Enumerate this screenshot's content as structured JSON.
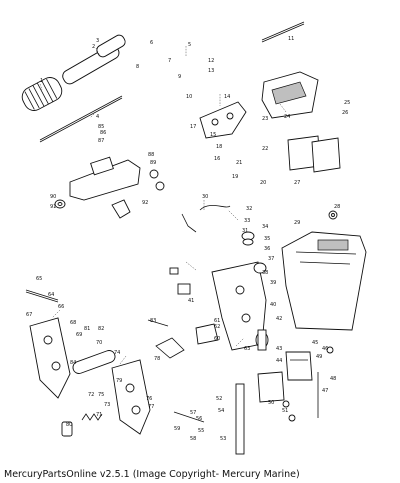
{
  "caption": "MercuryPartsOnline v2.5.1 (Image Copyright- Mercury Marine)",
  "callouts": [
    "1",
    "2",
    "3",
    "4",
    "5",
    "6",
    "7",
    "8",
    "9",
    "10",
    "11",
    "12",
    "13",
    "14",
    "15",
    "16",
    "17",
    "18",
    "19",
    "20",
    "21",
    "22",
    "23",
    "24",
    "25",
    "26",
    "27",
    "28",
    "29",
    "30",
    "31",
    "32",
    "33",
    "34",
    "35",
    "36",
    "37",
    "38",
    "39",
    "40",
    "41",
    "42",
    "43",
    "44",
    "45",
    "46",
    "47",
    "48",
    "49",
    "50",
    "51",
    "52",
    "53",
    "54",
    "55",
    "56",
    "57",
    "58",
    "59",
    "60",
    "61",
    "62",
    "63",
    "64",
    "65",
    "66",
    "67",
    "68",
    "69",
    "70",
    "71",
    "72",
    "73",
    "74",
    "75",
    "76",
    "77",
    "78",
    "79",
    "80",
    "81",
    "82",
    "83",
    "84",
    "85",
    "86",
    "87",
    "88",
    "89",
    "90",
    "91",
    "92"
  ]
}
